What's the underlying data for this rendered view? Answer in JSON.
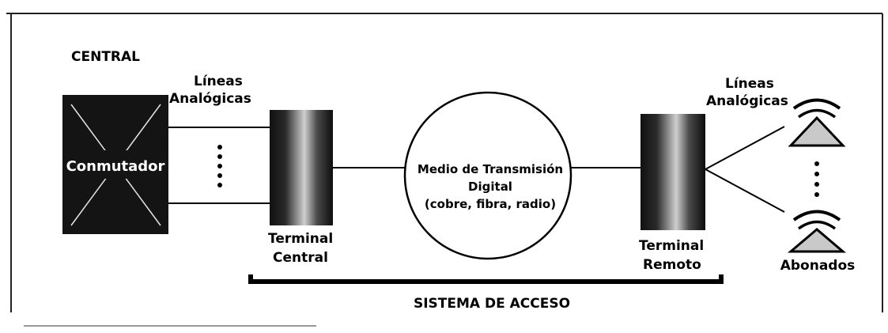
{
  "labels": {
    "central": "CENTRAL",
    "lineas_left_1": "Líneas",
    "lineas_left_2": "Analógicas",
    "conmutador": "Conmutador",
    "terminal_central_1": "Terminal",
    "terminal_central_2": "Central",
    "medio_1": "Medio de Transmisión",
    "medio_2": "Digital",
    "medio_3": "(cobre, fibra, radio)",
    "terminal_remoto_1": "Terminal",
    "terminal_remoto_2": "Remoto",
    "lineas_right_1": "Líneas",
    "lineas_right_2": "Analógicas",
    "abonados": "Abonados",
    "sistema": "SISTEMA DE ACCESO"
  }
}
